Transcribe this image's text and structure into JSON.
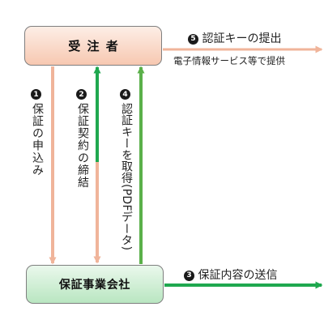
{
  "nodes": {
    "contractor": "受注者",
    "guarantor": "保証事業会社"
  },
  "steps": [
    {
      "number": "1",
      "label": "保証の申込み",
      "direction": "contractor-to-guarantor",
      "color": "#f0b49a"
    },
    {
      "number": "2",
      "label": "保証契約の締結",
      "direction": "both",
      "color": "#1fa84f"
    },
    {
      "number": "3",
      "label": "保証内容の送信",
      "direction": "guarantor-to-right",
      "color": "#1fa84f"
    },
    {
      "number": "4",
      "label": "認証キーを取得(PDFデータ)",
      "direction": "guarantor-to-contractor",
      "color": "#5bb04a"
    },
    {
      "number": "5",
      "label": "認証キーの提出",
      "sublabel": "電子情報サービス等で提供",
      "direction": "contractor-to-right",
      "color": "#f0b49a"
    }
  ]
}
